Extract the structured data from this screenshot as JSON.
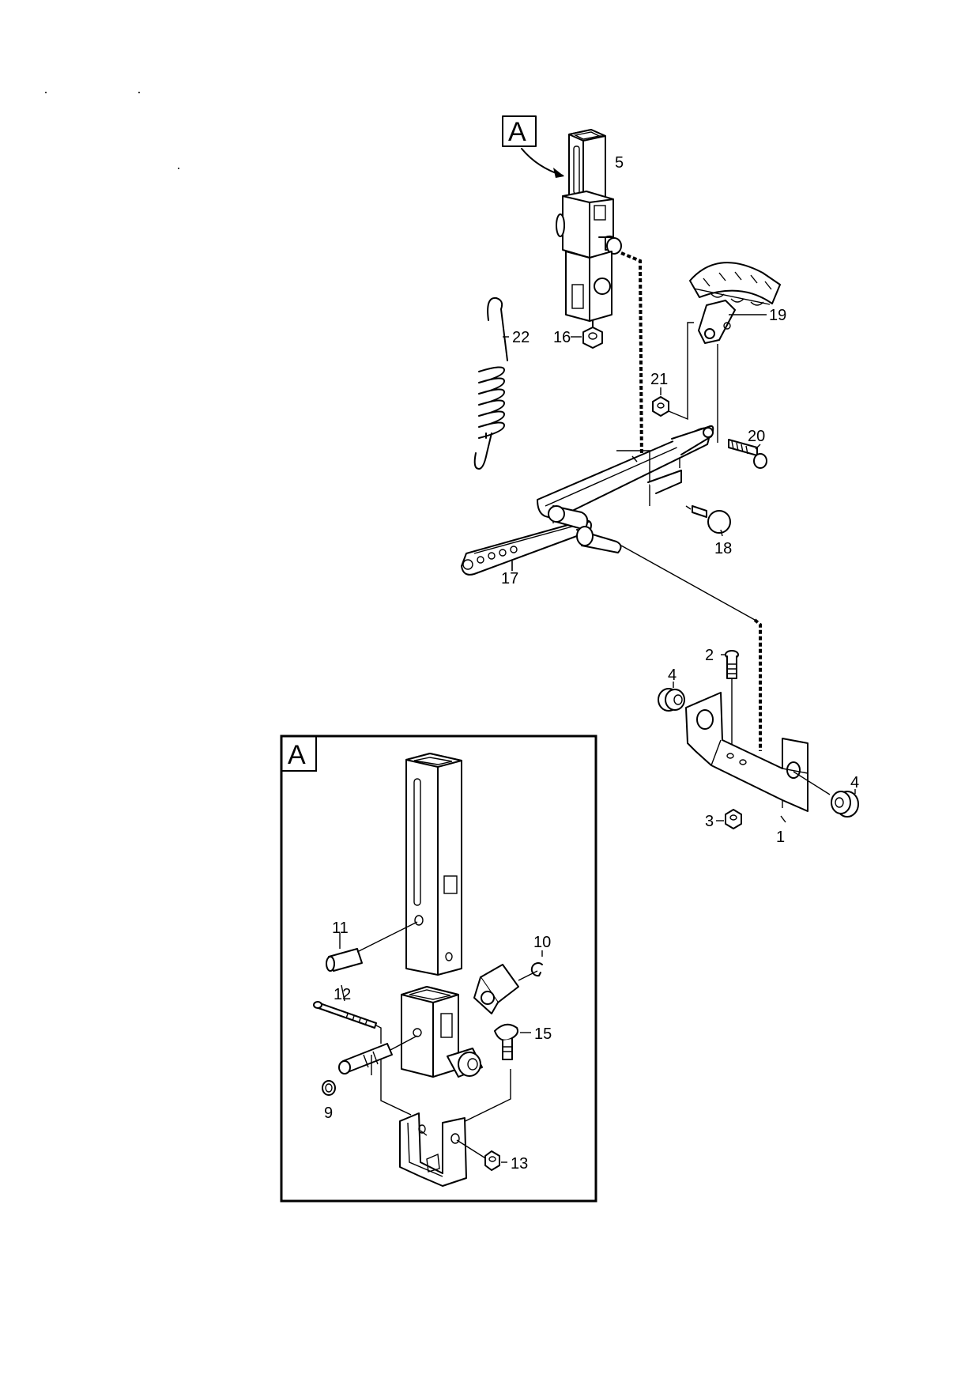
{
  "diagram": {
    "callouts": [
      {
        "id": "c5",
        "text": "5"
      },
      {
        "id": "c22",
        "text": "22"
      },
      {
        "id": "c16",
        "text": "16"
      },
      {
        "id": "c19",
        "text": "19"
      },
      {
        "id": "c21",
        "text": "21"
      },
      {
        "id": "c20",
        "text": "20"
      },
      {
        "id": "c18",
        "text": "18"
      },
      {
        "id": "c17",
        "text": "17"
      },
      {
        "id": "c2",
        "text": "2"
      },
      {
        "id": "c4a",
        "text": "4"
      },
      {
        "id": "c4b",
        "text": "4"
      },
      {
        "id": "c3",
        "text": "3"
      },
      {
        "id": "c1",
        "text": "1"
      },
      {
        "id": "c11",
        "text": "11"
      },
      {
        "id": "c10",
        "text": "10"
      },
      {
        "id": "c12",
        "text": "12"
      },
      {
        "id": "c15",
        "text": "15"
      },
      {
        "id": "c9",
        "text": "9"
      },
      {
        "id": "c13",
        "text": "13"
      }
    ],
    "detail_marker": "A",
    "detail_box_label": "A"
  }
}
